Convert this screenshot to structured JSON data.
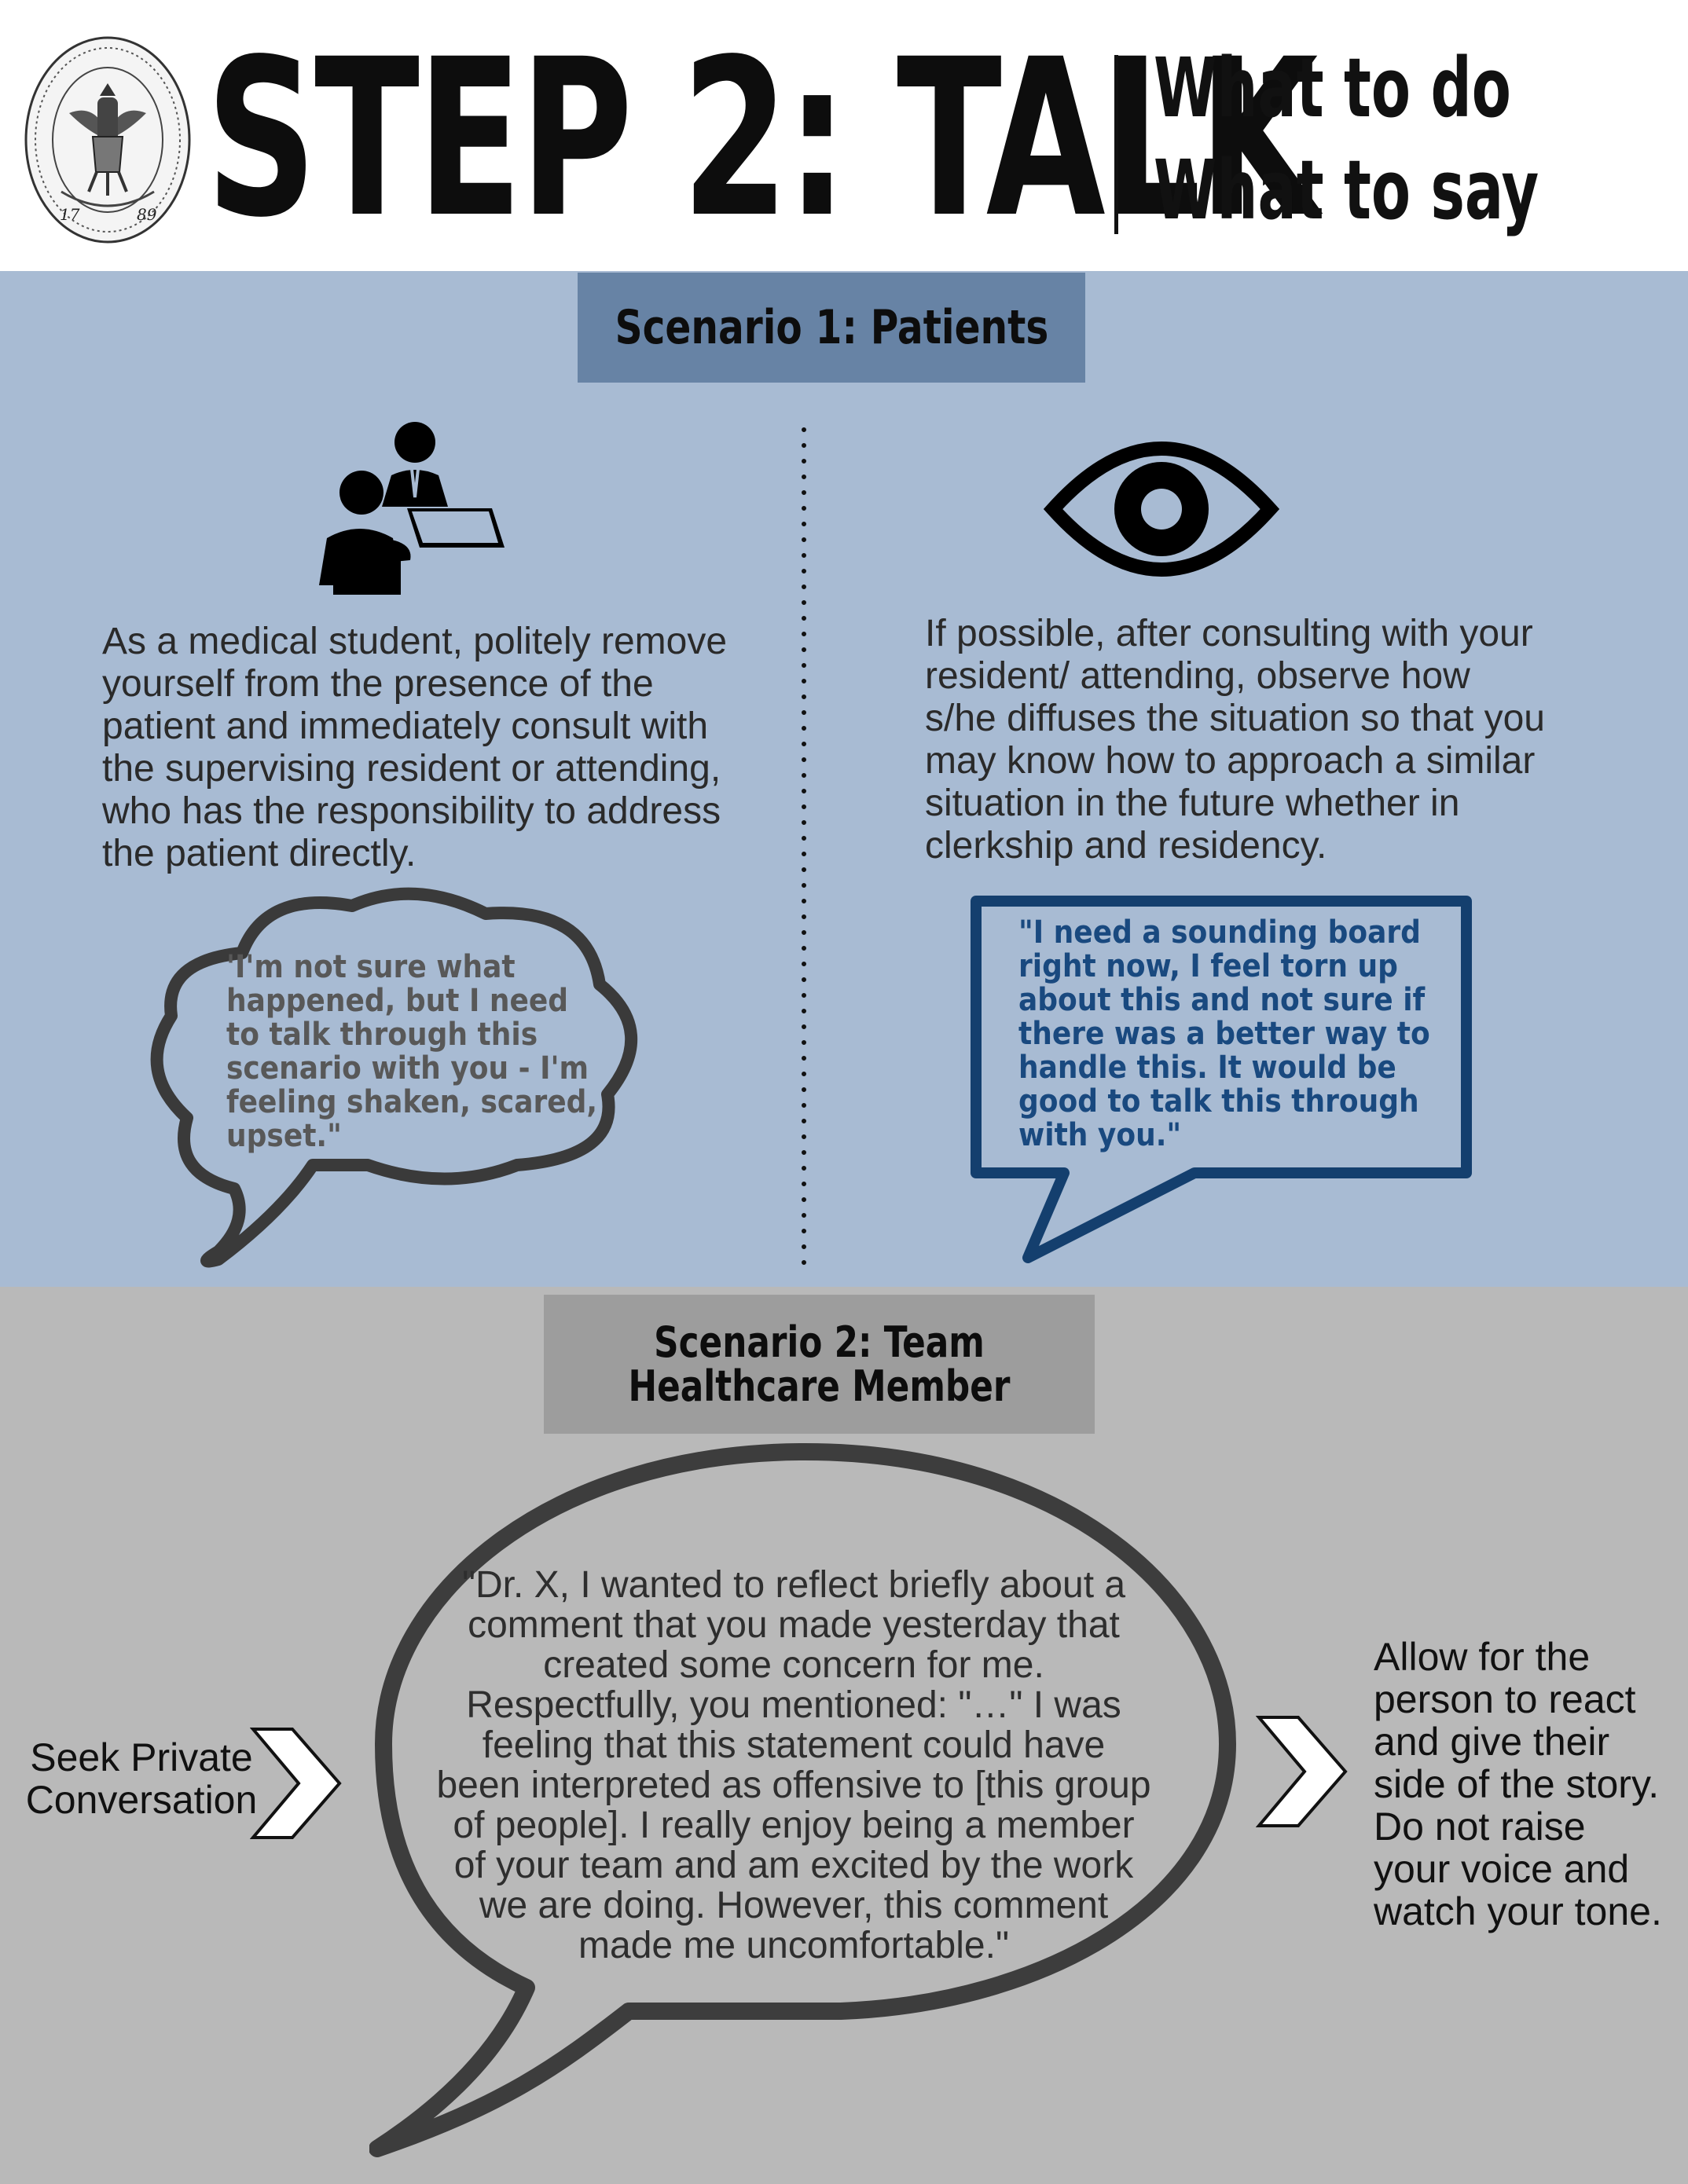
{
  "header": {
    "title": "STEP 2: TALK",
    "subtitle_line1": "What to do",
    "subtitle_line2": "What to say",
    "seal": {
      "year_left": "17",
      "year_right": "89"
    }
  },
  "scenario1": {
    "heading": "Scenario 1: Patients",
    "left_text": "As a medical student, politely remove yourself from the presence of the patient and immediately consult with the supervising resident or attending, who has the responsibility to address the patient directly.",
    "left_quote": "'I'm not sure what happened, but I need to talk through this scenario with you - I'm feeling shaken, scared, upset.\"",
    "right_text": "If possible, after consulting with your resident/ attending, observe how s/he diffuses the situation so that you may know how to approach a similar situation in the future whether in clerkship and residency.",
    "right_quote": "\"I need a sounding board right now, I feel torn up about this and not sure if there was a better way to handle this. It would be good to talk this through with you.\"",
    "icons": [
      "consultation-icon",
      "eye-icon"
    ]
  },
  "scenario2": {
    "heading": "Scenario 2: Team Healthcare Member",
    "step_left": "Seek Private Conversation",
    "quote": "\"Dr. X, I wanted to reflect briefly about a comment that you made yesterday that created some concern for me. Respectfully, you mentioned: \"…\" I was feeling that this statement could have been interpreted as offensive to [this group of people]. I really enjoy being a member of your team and am excited by the work we are doing. However, this comment made me uncomfortable.\"",
    "step_right": "Allow for the person to react and give their side of the story. Do not raise your voice and watch your tone.",
    "icons": [
      "chevron-right-icon",
      "chevron-right-icon"
    ]
  },
  "colors": {
    "scenario1_bg": "#a8bbd3",
    "scenario1_banner": "#6783a5",
    "scenario2_bg": "#b9b9b9",
    "scenario2_banner": "#9d9d9d",
    "cloud_stroke": "#3a3a3a",
    "box_stroke": "#143f6e",
    "box_quote_text": "#19497f",
    "cloud_quote_text": "#585858"
  }
}
